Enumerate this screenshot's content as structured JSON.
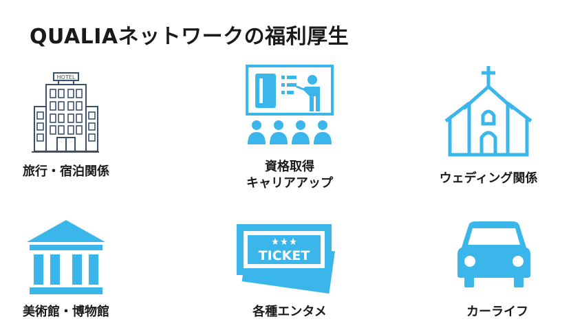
{
  "title": "QUALIAネットワークの福利厚生",
  "benefits": [
    {
      "label": "旅行・宿泊関係",
      "icon": "hotel-icon"
    },
    {
      "label_lines": [
        "資格取得",
        "キャリアアップ"
      ],
      "icon": "seminar-icon"
    },
    {
      "label": "ウェディング関係",
      "icon": "church-icon"
    },
    {
      "label": "美術館・博物館",
      "icon": "museum-icon"
    },
    {
      "label": "各種エンタメ",
      "icon": "ticket-icon"
    },
    {
      "label": "カーライフ",
      "icon": "car-icon"
    }
  ],
  "hotel_sign": "HOTEL",
  "ticket_text": "TICKET",
  "colors": {
    "accent": "#3bb6ea",
    "hotel_stroke": "#3a4f6a",
    "text": "#1a1a1a"
  }
}
